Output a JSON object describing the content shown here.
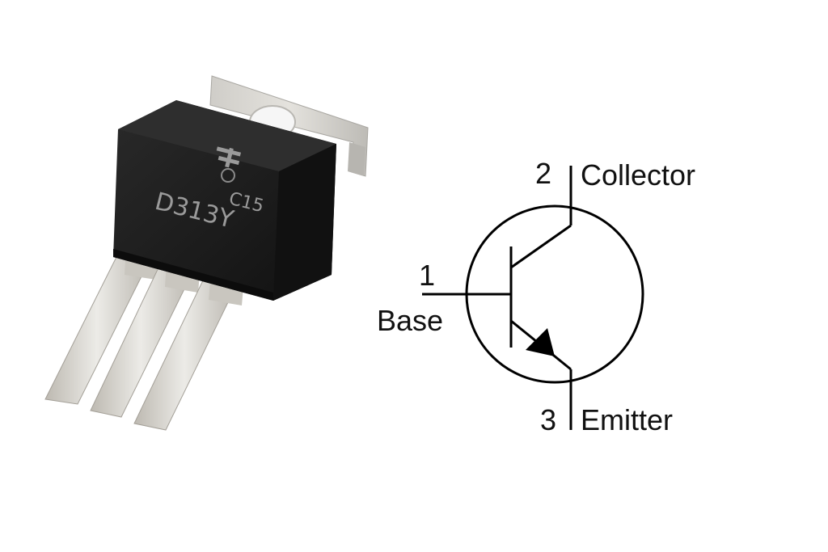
{
  "package": {
    "marking_part": "D313Y",
    "marking_code": "C15"
  },
  "symbol": {
    "pins": [
      {
        "number": "1",
        "name": "Base"
      },
      {
        "number": "2",
        "name": "Collector"
      },
      {
        "number": "3",
        "name": "Emitter"
      }
    ]
  },
  "colors": {
    "background": "#ffffff",
    "body": "#1c1c1c",
    "tab": "#d9d7d2",
    "lead": "#d6d3cc",
    "line": "#000000",
    "text": "#111111"
  }
}
